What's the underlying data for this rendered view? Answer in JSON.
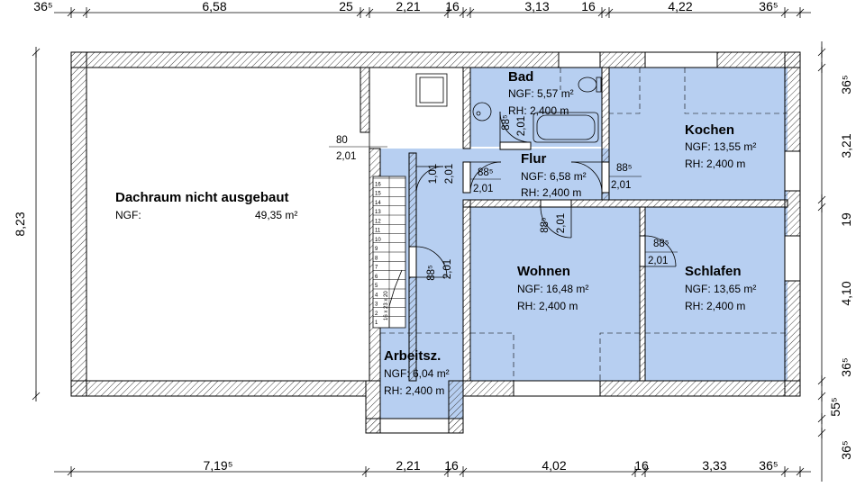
{
  "colors": {
    "room_fill": "#b7cff1",
    "wall_stroke": "#000000",
    "hatch": "#555555"
  },
  "dimensions": {
    "top": [
      "36⁵",
      "6,58",
      "25",
      "2,21",
      "16",
      "3,13",
      "16",
      "4,22",
      "36⁵"
    ],
    "bottom": [
      "7,19⁵",
      "2,21",
      "16",
      "4,02",
      "16",
      "3,33",
      "36⁵"
    ],
    "left": [
      "8,23"
    ],
    "right": [
      "36⁵",
      "3,21",
      "19",
      "4,10",
      "36⁵",
      "55⁵",
      "36⁵"
    ]
  },
  "rooms": [
    {
      "name": "Dachraum nicht ausgebaut",
      "ngf_label": "NGF:",
      "ngf_value": "49,35 m²"
    },
    {
      "name": "Bad",
      "ngf": "NGF: 5,57 m²",
      "rh": "RH: 2,400 m"
    },
    {
      "name": "Flur",
      "ngf": "NGF: 6,58 m²",
      "rh": "RH: 2,400 m"
    },
    {
      "name": "Kochen",
      "ngf": "NGF: 13,55 m²",
      "rh": "RH:   2,400 m"
    },
    {
      "name": "Wohnen",
      "ngf": "NGF: 16,48 m²",
      "rh": "RH:   2,400 m"
    },
    {
      "name": "Schlafen",
      "ngf": "NGF: 13,65 m²",
      "rh": "RH:   2,400 m"
    },
    {
      "name": "Arbeitsz.",
      "ngf": "NGF: 6,04 m²",
      "rh": "RH: 2,400 m"
    }
  ],
  "doors": [
    {
      "width": "80",
      "height": "2,01"
    },
    {
      "width": "1,01",
      "height": "2,01"
    },
    {
      "width": "88⁵",
      "height": "2,01"
    },
    {
      "width": "88⁵",
      "height": "2,01"
    },
    {
      "width": "88⁵",
      "height": "2,01"
    },
    {
      "width": "88⁵",
      "height": "2,01"
    },
    {
      "width": "88⁵",
      "height": "2,01"
    },
    {
      "width": "88⁵",
      "height": "2,01"
    }
  ],
  "stairs": {
    "steps": [
      "16",
      "15",
      "14",
      "13",
      "12",
      "11",
      "10",
      "9",
      "8",
      "7",
      "6",
      "5",
      "4",
      "3",
      "2",
      "1"
    ],
    "note": "16 x 23 x 20"
  }
}
